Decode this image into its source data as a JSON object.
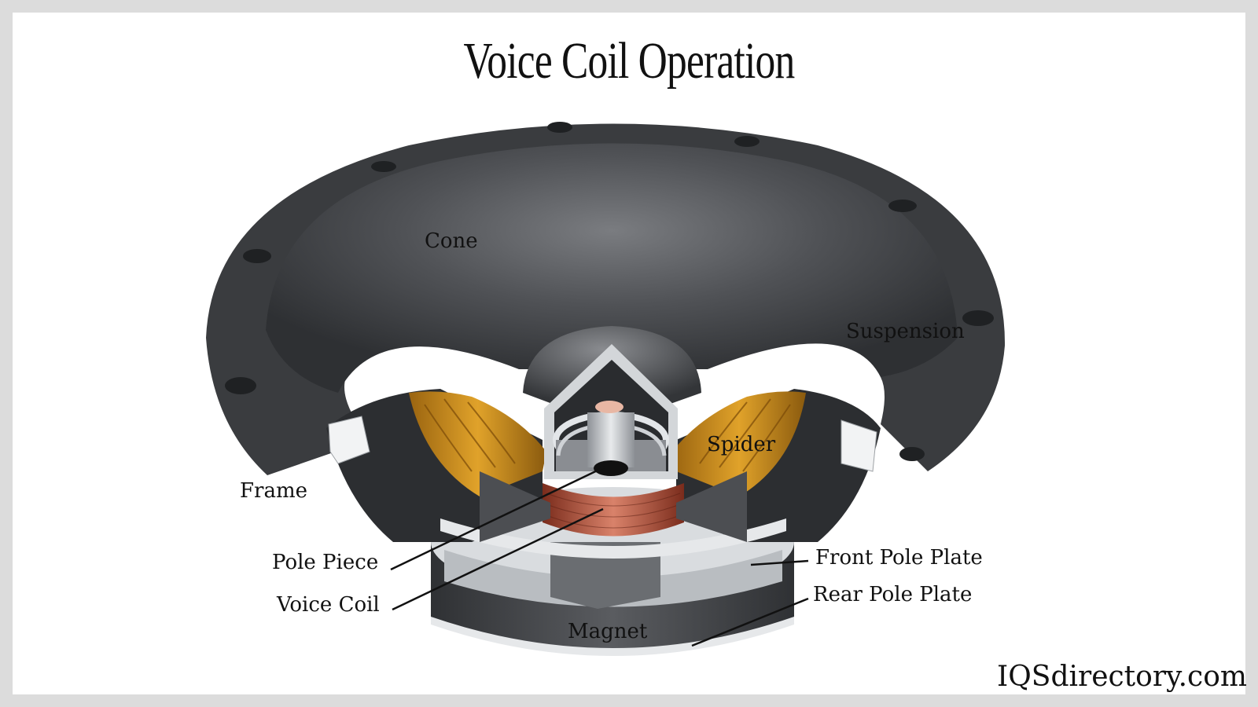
{
  "title": "Voice Coil Operation",
  "labels": {
    "cone": "Cone",
    "suspension": "Suspension",
    "spider": "Spider",
    "frame": "Frame",
    "pole_piece": "Pole Piece",
    "voice_coil": "Voice Coil",
    "front_pole_plate": "Front Pole Plate",
    "rear_pole_plate": "Rear Pole Plate",
    "magnet": "Magnet"
  },
  "watermark": "IQSdirectory.com",
  "colors": {
    "cone": "#4a4c4f",
    "spider": "#c98a1a",
    "voice_coil": "#b4533a",
    "metal": "#c8ccd0",
    "background": "#ffffff"
  }
}
